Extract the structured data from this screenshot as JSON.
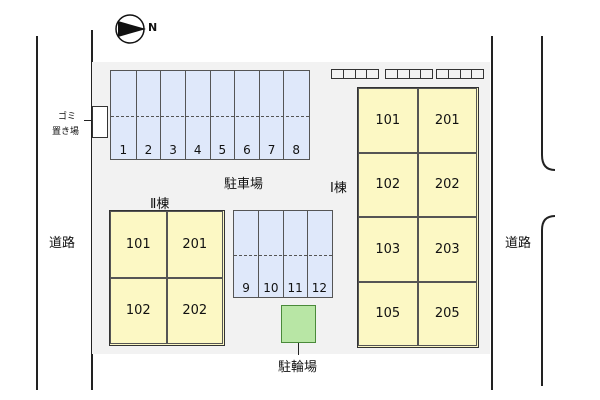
{
  "compass": {
    "letter": "N"
  },
  "road_left": {
    "label": "道路"
  },
  "road_right": {
    "label": "道路"
  },
  "garbage": {
    "label_line1": "ゴミ",
    "label_line2": "置き場"
  },
  "parking": {
    "label": "駐車場",
    "top_stalls": [
      "1",
      "2",
      "3",
      "4",
      "5",
      "6",
      "7",
      "8"
    ],
    "bottom_stalls": [
      "9",
      "10",
      "11",
      "12"
    ]
  },
  "building_1": {
    "label": "Ⅰ棟",
    "units": [
      "101",
      "201",
      "102",
      "202",
      "103",
      "203",
      "105",
      "205"
    ]
  },
  "building_2": {
    "label": "Ⅱ棟",
    "units": [
      "101",
      "201",
      "102",
      "202"
    ]
  },
  "bicycle": {
    "label": "駐輪場"
  },
  "colors": {
    "building": "#fcf8c4",
    "parking": "#dfe8fa",
    "bicycle": "#b8e6a5",
    "lot": "#f2f2f2"
  }
}
